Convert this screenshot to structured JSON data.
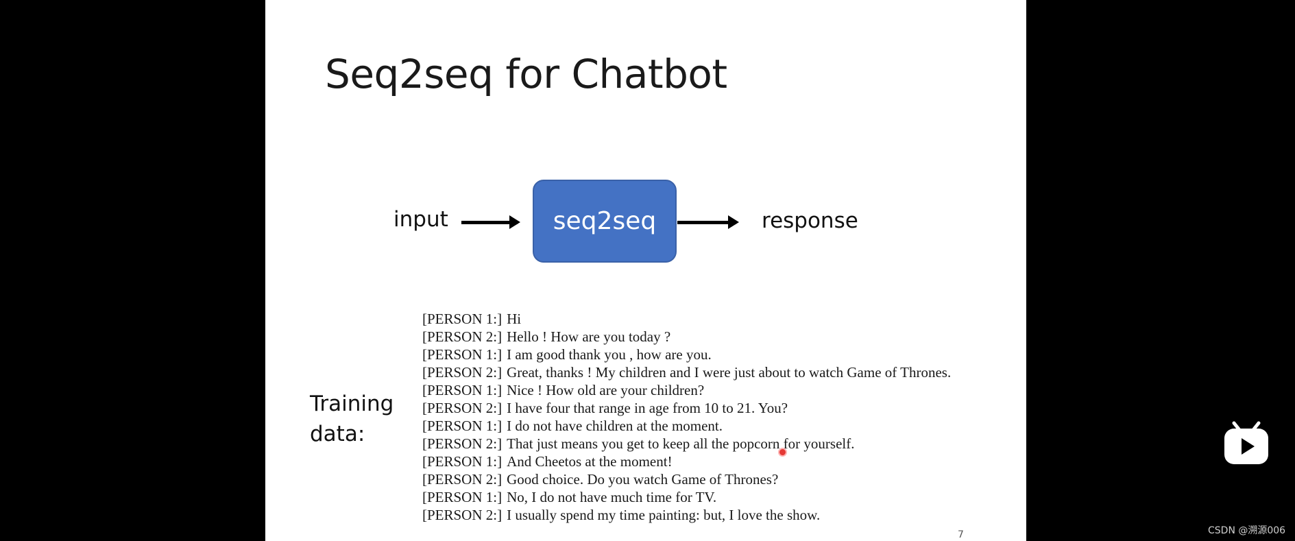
{
  "slide": {
    "title": "Seq2seq for Chatbot",
    "diagram": {
      "input_label": "input",
      "box_label": "seq2seq",
      "output_label": "response",
      "box_color": "#4472c4"
    },
    "training_label": "Training data:",
    "dialog": [
      {
        "speaker": "[PERSON 1:]",
        "text": "Hi"
      },
      {
        "speaker": "[PERSON 2:]",
        "text": "Hello ! How are you today ?"
      },
      {
        "speaker": "[PERSON 1:]",
        "text": "I am good thank you , how are you."
      },
      {
        "speaker": "[PERSON 2:]",
        "text": "Great, thanks ! My children and I were just about to watch Game of Thrones."
      },
      {
        "speaker": "[PERSON 1:]",
        "text": "Nice ! How old are your children?"
      },
      {
        "speaker": "[PERSON 2:]",
        "text": "I have four that range in age from 10 to 21. You?"
      },
      {
        "speaker": "[PERSON 1:]",
        "text": "I do not have children at the moment."
      },
      {
        "speaker": "[PERSON 2:]",
        "text": "That just means you get to keep all the popcorn for yourself."
      },
      {
        "speaker": "[PERSON 1:]",
        "text": "And Cheetos at the moment!"
      },
      {
        "speaker": "[PERSON 2:]",
        "text": "Good choice. Do you watch Game of Thrones?"
      },
      {
        "speaker": "[PERSON 1:]",
        "text": "No, I do not have much time for TV."
      },
      {
        "speaker": "[PERSON 2:]",
        "text": "I usually spend my time painting: but, I love the show."
      }
    ],
    "page_number": "7"
  },
  "player": {
    "play_icon": "play-icon",
    "watermark": "CSDN @溯源006"
  }
}
